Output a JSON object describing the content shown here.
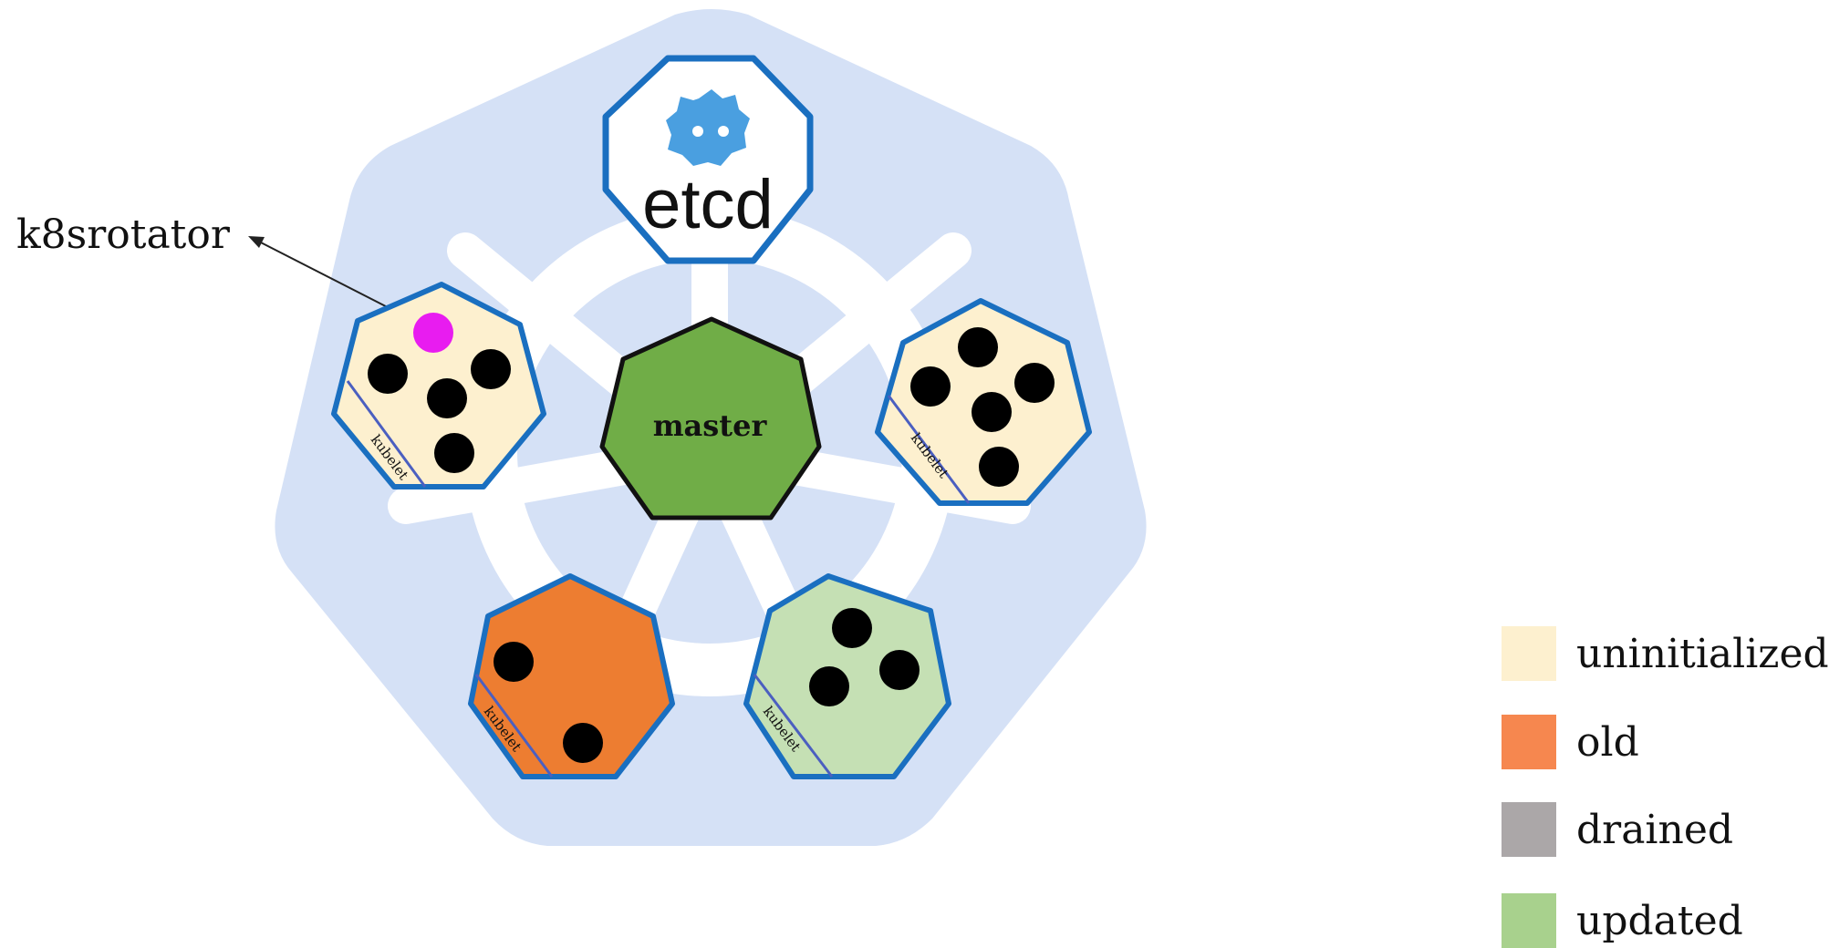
{
  "annotation": {
    "label": "k8srotator"
  },
  "etcd": {
    "label": "etcd"
  },
  "master": {
    "label": "master"
  },
  "kubelet_label": "kubelet",
  "nodes": [
    {
      "id": "node-top-left",
      "state": "uninitialized",
      "pods": 4,
      "rotator_pod": true
    },
    {
      "id": "node-top-right",
      "state": "uninitialized",
      "pods": 5,
      "rotator_pod": false
    },
    {
      "id": "node-bottom-left",
      "state": "old",
      "pods": 2,
      "rotator_pod": false
    },
    {
      "id": "node-bottom-right",
      "state": "updated",
      "pods": 3,
      "rotator_pod": false
    }
  ],
  "legend": [
    {
      "key": "uninitialized",
      "label": "uninitialized",
      "color": "#fdf0cf"
    },
    {
      "key": "old",
      "label": "old",
      "color": "#f6874f"
    },
    {
      "key": "drained",
      "label": "drained",
      "color": "#aba7a8"
    },
    {
      "key": "updated",
      "label": "updated",
      "color": "#a8d18d"
    }
  ],
  "colors": {
    "background_heptagon": "#d5e1f6",
    "node_border": "#1a6fc0",
    "uninitialized_fill": "#fdf0cf",
    "old_fill": "#ed7d31",
    "updated_fill": "#c5e0b4",
    "master_fill": "#70ad47",
    "etcd_logo": "#4a9fe0",
    "pod": "#000000",
    "rotator_pod": "#e81cf0"
  }
}
